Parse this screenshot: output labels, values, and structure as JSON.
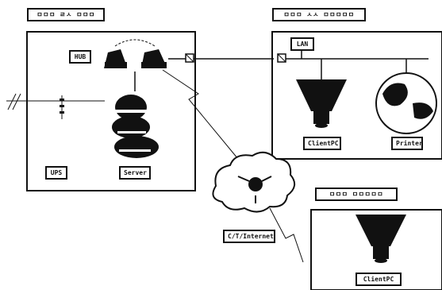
{
  "panels": {
    "left_title": "ㅁㅁㅁ ㄹㅅ ㅁㅁㅁ",
    "right_top_title": "ㅁㅁㅁ ㅅㅅ ㅁㅁㅁㅁㅁ",
    "right_bottom_title": "ㅁㅁㅁ ㅁㅁㅁㅁㅁ"
  },
  "nodes": {
    "left_box_label": "HUB",
    "ups_label": "UPS",
    "server_label": "Server",
    "lan_label": "LAN",
    "client_top_label": "ClientPC",
    "printer_label": "Printer",
    "internet_label": "C/T/Internet",
    "client_bottom_label": "ClientPC"
  },
  "colors": {
    "ink": "#111111",
    "paper": "#ffffff"
  }
}
